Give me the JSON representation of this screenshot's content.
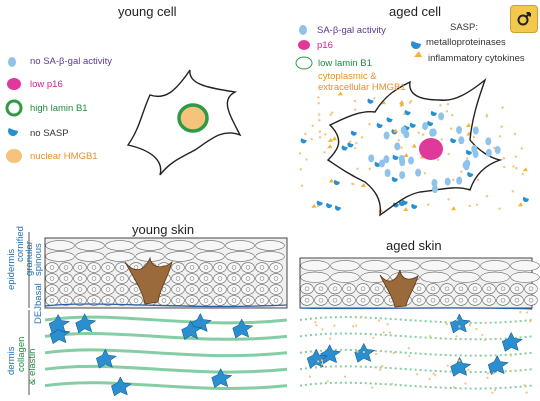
{
  "panels": {
    "young_cell": {
      "title": "young cell",
      "legend": {
        "sa_beta_gal": "no SA-β-gal activity",
        "p16": "low p16",
        "lamin": "high lamin B1",
        "sasp": "no SASP",
        "hmgb1": "nuclear HMGB1"
      }
    },
    "aged_cell": {
      "title": "aged cell",
      "legend": {
        "sa_beta_gal": "SA-β-gal activity",
        "p16": "p16",
        "lamin": "low lamin B1",
        "hmgb1_line1": "cytoplasmic &",
        "hmgb1_line2": "extracellular HMGB1",
        "sasp_title": "SASP:",
        "sasp_mmp": "metalloproteinases",
        "sasp_cytokines": "inflammatory cytokines"
      }
    },
    "young_skin": {
      "title": "young skin"
    },
    "aged_skin": {
      "title": "aged skin"
    }
  },
  "side_labels": {
    "epidermis": "epidermis",
    "cornified": "cornified",
    "granular": "granular",
    "spinous": "spinous",
    "basal": "basal",
    "dej": "DEJ",
    "dermis": "dermis",
    "collagen_line1": "collagen",
    "collagen_line2": "& elastin"
  },
  "colors": {
    "sa_gal_blue": "#8fc3ea",
    "p16_pink": "#e0399a",
    "lamin_green": "#2f9a45",
    "hmgb1_orange": "#f6c27c",
    "fibroblast_blue": "#2a8fd0",
    "melanocyte_brown": "#9a6a3a",
    "collagen_green": "#66c28e"
  },
  "icons": [
    "venus-icon"
  ]
}
